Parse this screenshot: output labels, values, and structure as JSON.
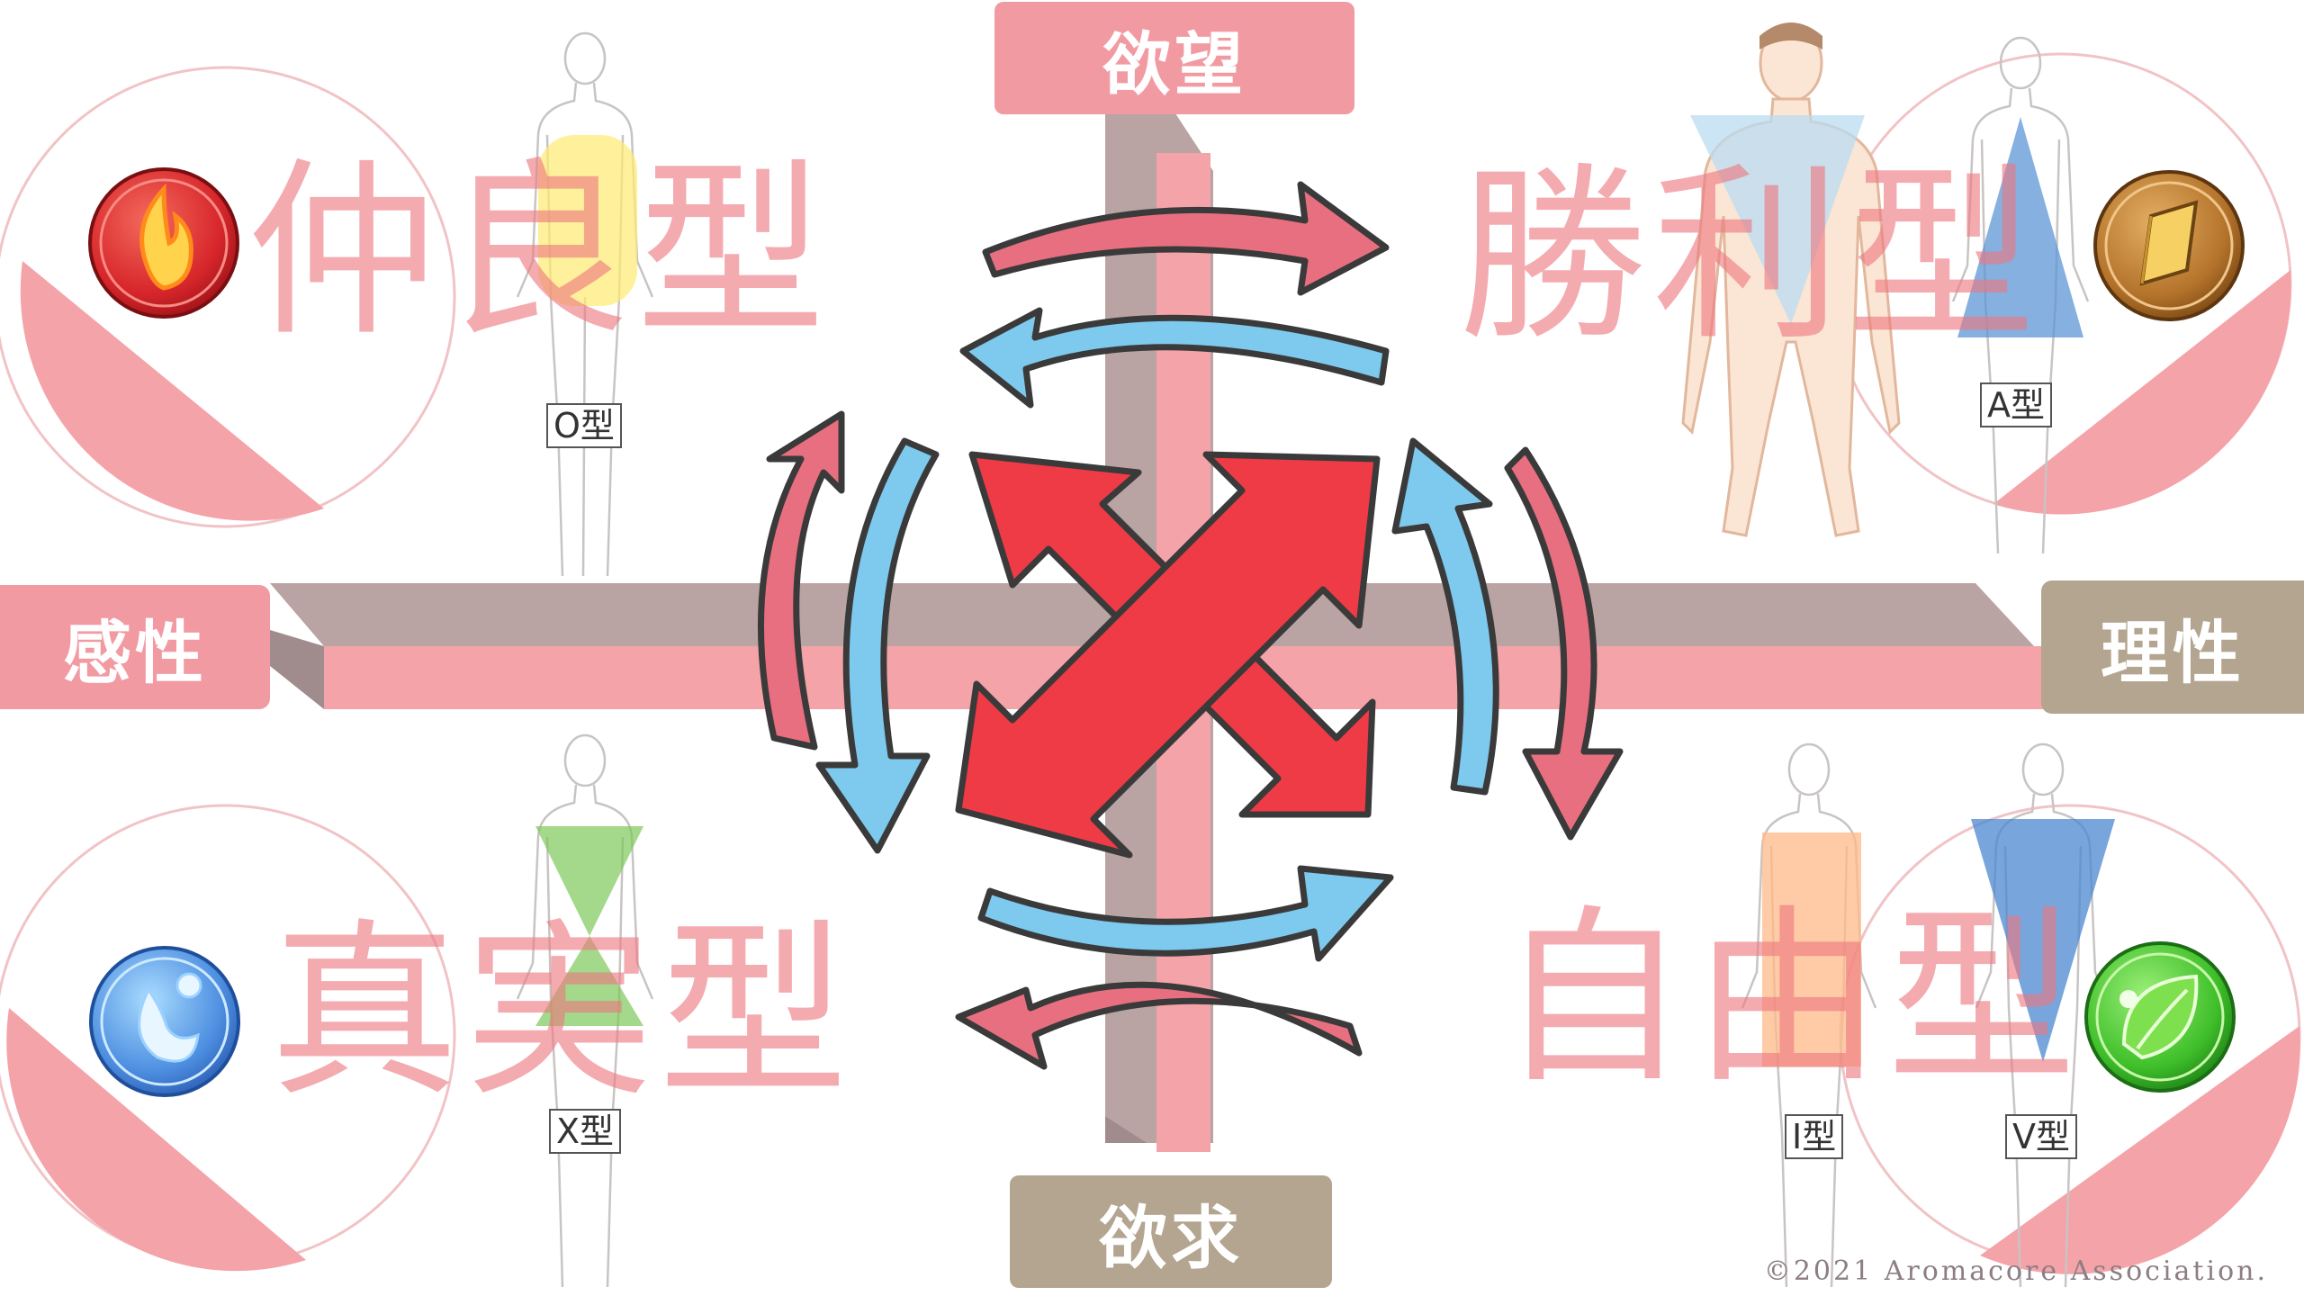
{
  "axes": {
    "top": "欲望",
    "bottom": "欲求",
    "left": "感性",
    "right": "理性"
  },
  "quadrants": {
    "top_left": {
      "title": "仲良型",
      "shape_tag": "O型",
      "icon": "fire-orb-icon"
    },
    "top_right": {
      "title": "勝利型",
      "shape_tag": "A型",
      "icon": "earth-crystal-orb-icon"
    },
    "bottom_left": {
      "title": "真実型",
      "shape_tag": "X型",
      "icon": "water-orb-icon"
    },
    "bottom_right": {
      "title": "自由型",
      "shape_tags": [
        "I型",
        "V型"
      ],
      "icon": "leaf-orb-icon"
    }
  },
  "copyright": "©2021 Aromacore Association.",
  "colors": {
    "pink": "#f4a3a8",
    "pink_dark": "#e86f80",
    "mauve": "#b9a3a3",
    "taupe": "#b3a58f",
    "red_arrow": "#ef3b46",
    "blue_arrow": "#7ec9ee"
  }
}
